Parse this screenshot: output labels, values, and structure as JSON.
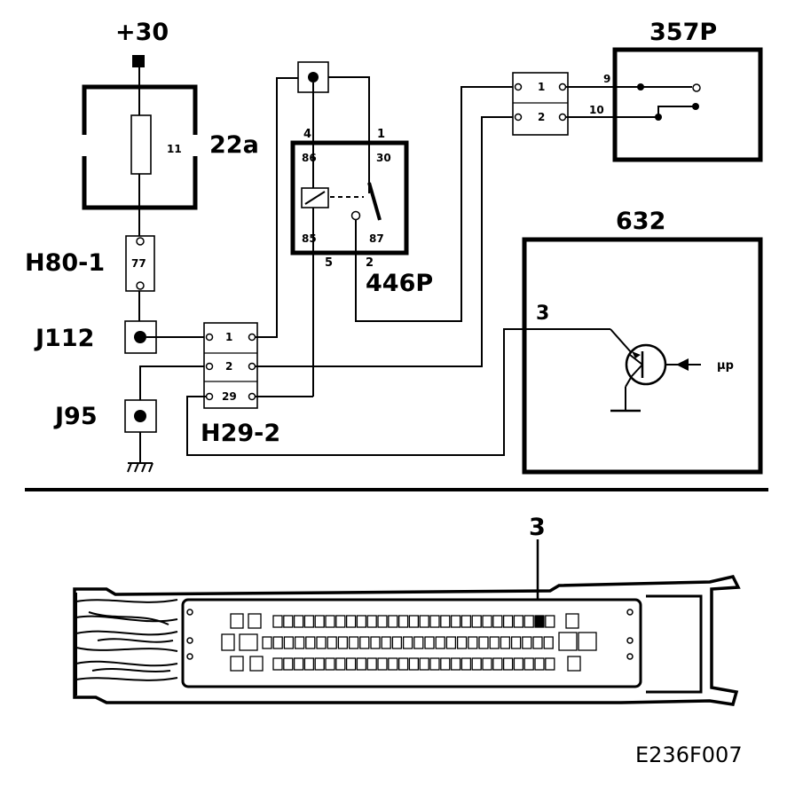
{
  "labels": {
    "supply": "+30",
    "fuse_box": "22a",
    "fuse_number": "11",
    "connector_h80": "H80-1",
    "connector_h80_pin": "77",
    "junction_j112": "J112",
    "junction_j95": "J95",
    "connector_h29": "H29-2",
    "relay": "446P",
    "component_357p": "357P",
    "component_632": "632",
    "component_632_pin": "3",
    "mu_p": "µp",
    "ecu_pin_callout": "3",
    "figure_id": "E236F007"
  },
  "relay_pins": {
    "outer": [
      "4",
      "1",
      "5",
      "2"
    ],
    "inner": [
      "86",
      "30",
      "85",
      "87"
    ]
  },
  "h29_pins": [
    "1",
    "2",
    "29"
  ],
  "c357_connector_pins": [
    "1",
    "2"
  ],
  "c357_internal_pins": [
    "9",
    "10"
  ]
}
